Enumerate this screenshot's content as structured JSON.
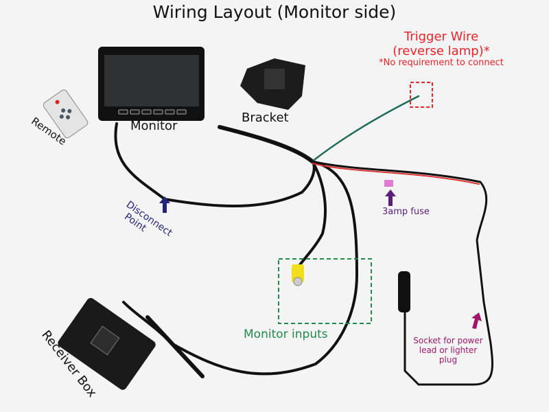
{
  "title": "Wiring Layout (Monitor side)",
  "labels": {
    "remote": "Remote",
    "monitor": "Monitor",
    "bracket": "Bracket",
    "trigger_line1": "Trigger Wire",
    "trigger_line2": "(reverse lamp)*",
    "trigger_note": "*No requirement to connect",
    "fuse": "3amp fuse",
    "disconnect_line1": "Disconnect",
    "disconnect_line2": "Point",
    "monitor_inputs": "Monitor inputs",
    "receiver_box": "Receiver Box",
    "socket_line1": "Socket for power",
    "socket_line2": "lead or lighter",
    "socket_line3": "plug"
  },
  "colors": {
    "trigger": "#e8242a",
    "fuse": "#5a1f78",
    "disconnect": "#23237a",
    "monitor_inputs": "#1e8a4a",
    "socket": "#a0166a"
  }
}
